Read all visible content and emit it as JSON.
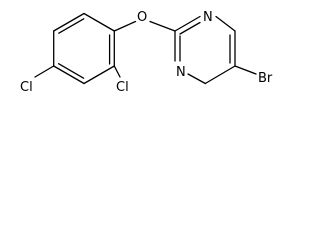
{
  "molecule": {
    "atoms": {
      "oxygen": "O",
      "nitrogen_top": "N",
      "nitrogen_bottom": "N",
      "bromine": "Br",
      "chlorine_para": "Cl",
      "chlorine_ortho": "Cl"
    }
  }
}
